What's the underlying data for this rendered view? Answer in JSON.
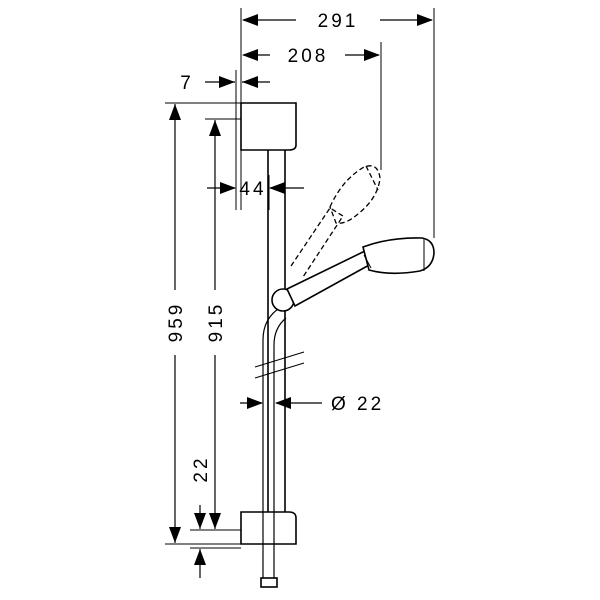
{
  "dimensions": {
    "overall_width": "291",
    "handshower_reach": "208",
    "wall_offset": "7",
    "overall_height": "959",
    "bracket_spacing": "915",
    "rail_to_wall": "44",
    "rail_diameter": "Ø 22",
    "bottom_offset": "22"
  }
}
